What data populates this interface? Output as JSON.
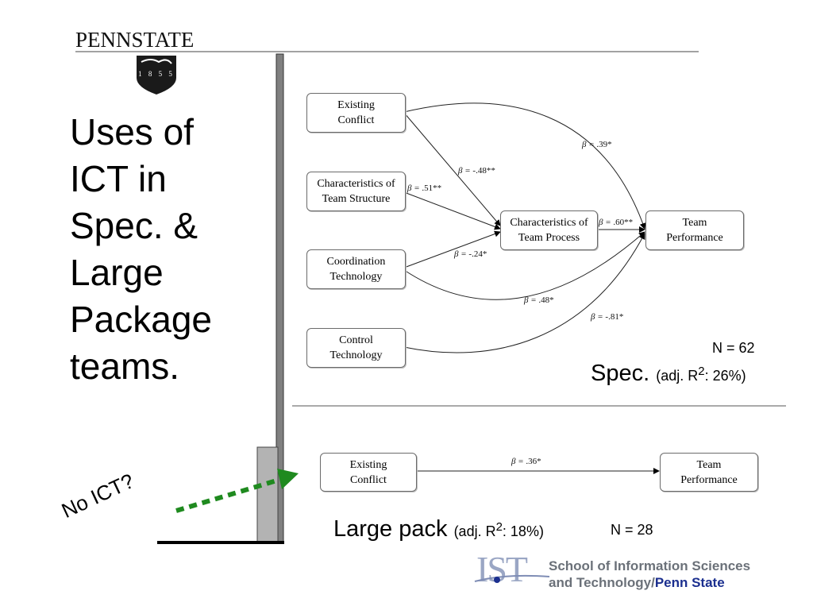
{
  "logo": {
    "name": "PENNSTATE",
    "year": "1 8 5 5"
  },
  "title_lines": [
    "Uses of",
    "ICT in",
    "Spec. &",
    "Large",
    "Package",
    "teams."
  ],
  "no_ict_label": "No ICT?",
  "top_diagram": {
    "nodes": {
      "existing_conflict": [
        "Existing",
        "Conflict"
      ],
      "team_structure": [
        "Characteristics of",
        "Team Structure"
      ],
      "coordination_technology": [
        "Coordination",
        "Technology"
      ],
      "control_technology": [
        "Control",
        "Technology"
      ],
      "team_process": [
        "Characteristics of",
        "Team Process"
      ],
      "team_performance": [
        "Team",
        "Performance"
      ]
    },
    "betas": {
      "conflict_to_performance": ".39*",
      "conflict_to_process": "-.48**",
      "structure_to_process": ".51**",
      "process_to_performance": ".60**",
      "coordination_to_process": "-.24*",
      "coordination_to_performance": ".48*",
      "control_to_performance": "-.81*"
    },
    "n_label": "N = 62",
    "caption_main": "Spec.",
    "caption_adj": "(adj. R",
    "caption_sup": "2",
    "caption_val": ": 26%)"
  },
  "bottom_diagram": {
    "nodes": {
      "existing_conflict": [
        "Existing",
        "Conflict"
      ],
      "team_performance": [
        "Team",
        "Performance"
      ]
    },
    "beta": ".36*",
    "caption_main": "Large pack",
    "caption_adj": "(adj. R",
    "caption_sup": "2",
    "caption_val": ": 18%)",
    "n_label": "N = 28"
  },
  "beta_symbol": "β = ",
  "footer": {
    "ist": "IST",
    "line1": "School of Information Sciences",
    "line2_a": "and Technology/",
    "line2_b": "Penn State"
  },
  "colors": {
    "arrow_green": "#1f8a1f",
    "bar_gray": "#808080",
    "footer_blue": "#1b2f8f"
  }
}
